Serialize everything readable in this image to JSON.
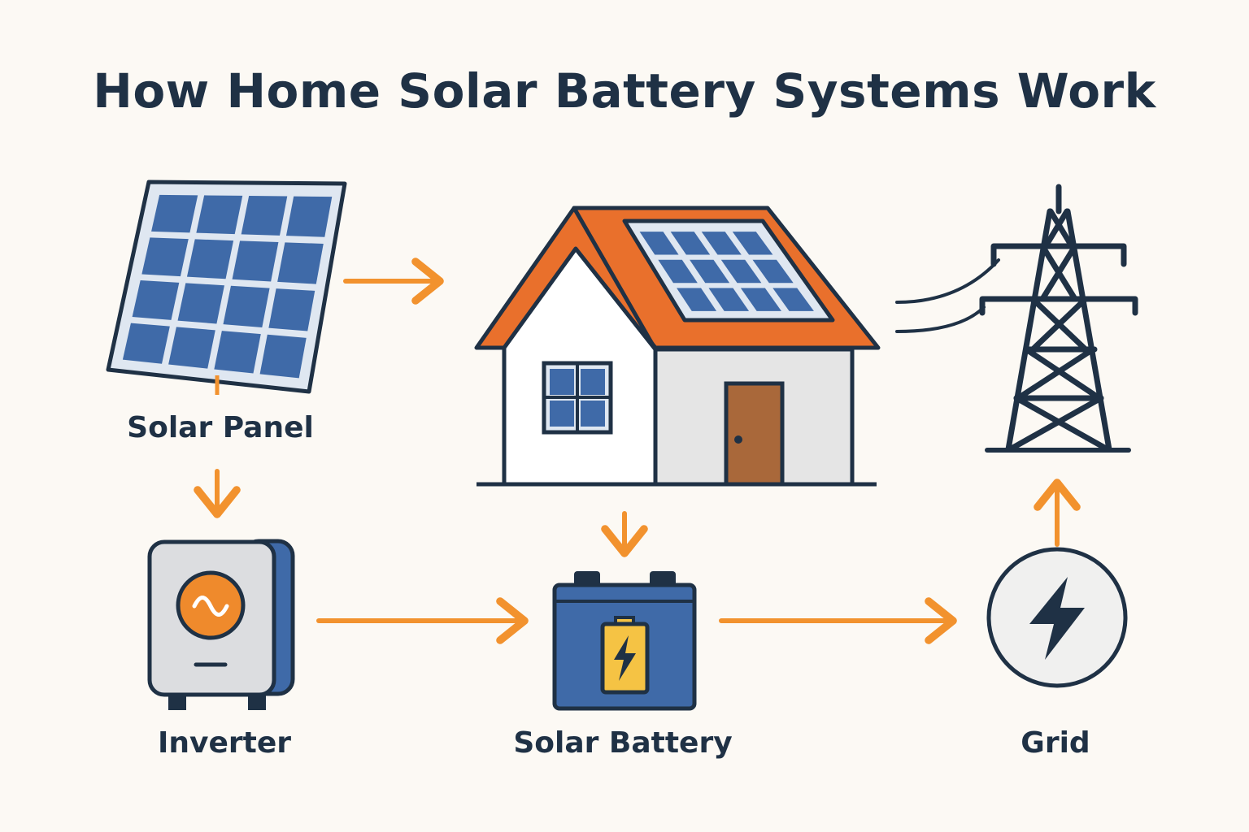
{
  "title": "How Home Solar Battery Systems Work",
  "labels": {
    "solar_panel": "Solar Panel",
    "inverter": "Inverter",
    "solar_battery": "Solar Battery",
    "grid": "Grid"
  },
  "icons": {
    "solar_panel": "solar-panel-icon",
    "house": "house-icon",
    "power_tower": "power-tower-icon",
    "inverter": "inverter-icon",
    "battery": "battery-icon",
    "grid_meter": "lightning-icon"
  },
  "colors": {
    "background": "#fcf9f4",
    "ink": "#1f3145",
    "arrow": "#f2922e",
    "roof": "#e9702c",
    "panel_cell": "#3f6aa8",
    "panel_frame": "#dfe7f1",
    "battery_body": "#3f6aa8",
    "battery_cell": "#f5c344",
    "door": "#a9683a",
    "inverter_body": "#dcdde0",
    "inverter_dial": "#ef8a2c"
  }
}
